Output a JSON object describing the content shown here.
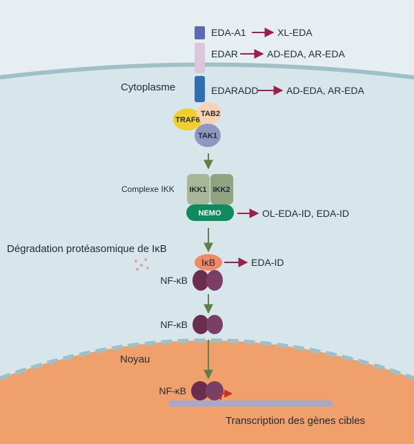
{
  "colors": {
    "background": "#e6eef1",
    "membrane": "#9ec1c7",
    "cytoplasm": "#d7e6ea",
    "nucleus": "#f0a16b",
    "arrow_mutation": "#9a1f4c",
    "arrow_pathway": "#5e7e4a",
    "eda_a1": "#5a6bb0",
    "edar": "#dcc6dc",
    "edaradd": "#2f6fb4",
    "traf6": "#f2cf2c",
    "tab2": "#f7d2b3",
    "tak1": "#8f96bf",
    "ikk": "#a7b797",
    "ikk2": "#8ea57f",
    "nemo": "#0f8a5c",
    "ikb": "#f08a66",
    "nfkb": "#6a2d4e",
    "dna": "#a8a8c8",
    "promoter": "#c4322c"
  },
  "labels": {
    "cytoplasm": "Cytoplasme",
    "nucleus": "Noyau",
    "ikk_complex": "Complexe IKK",
    "degradation": "Dégradation protéasomique de IκB",
    "transcription": "Transcription des gènes cibles"
  },
  "proteins": {
    "eda_a1": "EDA-A1",
    "edar": "EDAR",
    "edaradd": "EDARADD",
    "traf6": "TRAF6",
    "tab2": "TAB2",
    "tak1": "TAK1",
    "ikk1": "IKK1",
    "ikk2": "IKK2",
    "nemo": "NEMO",
    "ikb": "IκB",
    "nfkb_1": "NF-κB",
    "nfkb_2": "NF-κB",
    "nfkb_3": "NF-κB"
  },
  "diseases": {
    "eda_a1": "XL-EDA",
    "edar": "AD-EDA, AR-EDA",
    "edaradd": "AD-EDA, AR-EDA",
    "nemo": "OL-EDA-ID, EDA-ID",
    "ikb": "EDA-ID"
  }
}
